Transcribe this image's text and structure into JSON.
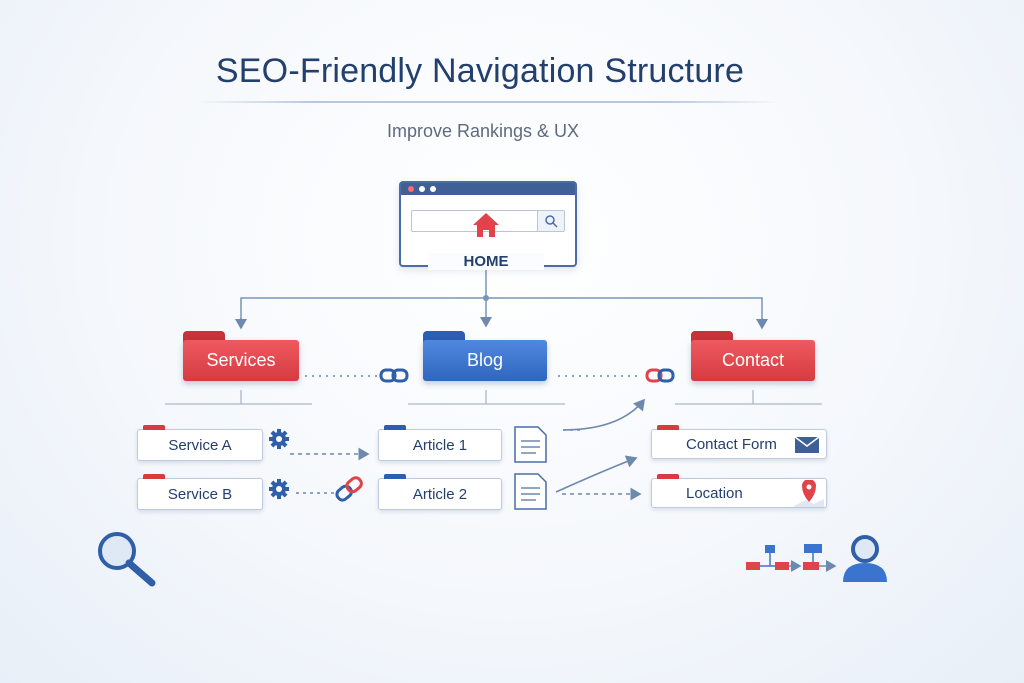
{
  "title": "SEO-Friendly Navigation Structure",
  "subtitle": "Improve Rankings & UX",
  "home": {
    "label": "HOME"
  },
  "categories": [
    {
      "label": "Services"
    },
    {
      "label": "Blog"
    },
    {
      "label": "Contact"
    }
  ],
  "pages": {
    "services": [
      {
        "label": "Service A"
      },
      {
        "label": "Service B"
      }
    ],
    "blog": [
      {
        "label": "Article 1"
      },
      {
        "label": "Article 2"
      }
    ],
    "contact": [
      {
        "label": "Contact Form"
      },
      {
        "label": "Location"
      }
    ]
  },
  "colors": {
    "navy": "#233f6e",
    "red": "#e0444a",
    "blue": "#3a74cf",
    "connector": "#7a93b8"
  },
  "icons": [
    "home-icon",
    "search-icon",
    "link-icon",
    "gear-icon",
    "document-icon",
    "mail-icon",
    "map-pin-icon",
    "magnifier-icon",
    "flow-icon",
    "user-icon"
  ]
}
